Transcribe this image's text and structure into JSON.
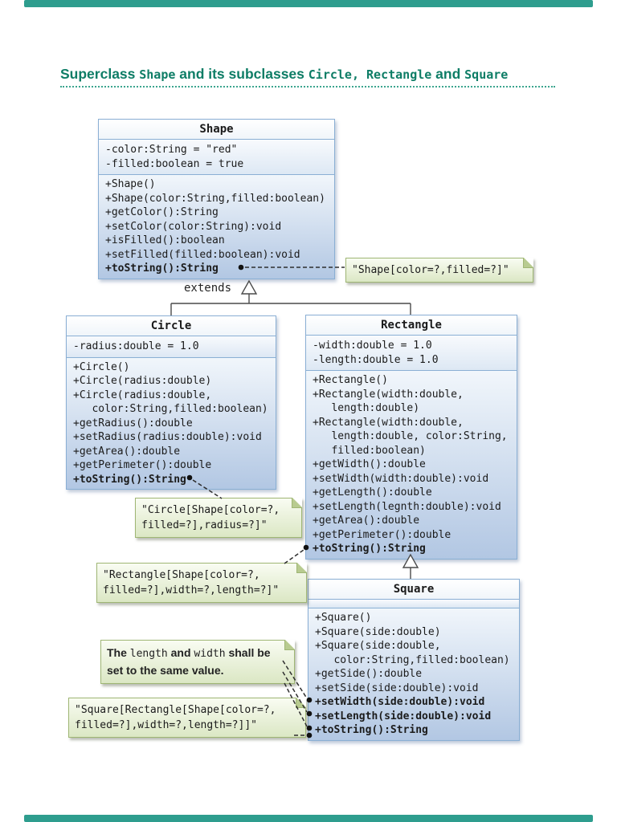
{
  "colors": {
    "accent_bar": "#2E9D8E",
    "title_text": "#0E7D66",
    "class_border": "#8AAFD4",
    "class_fill_bottom": "#B2C7E3",
    "note_border": "#9FB674",
    "note_fill": "#E4EDCD",
    "connector": "#2E2E2E"
  },
  "title": {
    "rich": [
      [
        {
          "t": "Superclass ",
          "f": "s"
        },
        {
          "t": "Shape",
          "f": "m"
        },
        {
          "t": " and its subclasses ",
          "f": "s"
        },
        {
          "t": "Circle, Rectangle",
          "f": "m"
        },
        {
          "t": " and ",
          "f": "s"
        },
        {
          "t": "Square",
          "f": "m"
        }
      ]
    ]
  },
  "diagram": {
    "extends_label": "extends",
    "classes": [
      {
        "name": "Shape",
        "attributes": [
          "-color:String = \"red\"",
          "-filled:boolean = true"
        ],
        "methods": [
          {
            "text": "+Shape()",
            "bold": false
          },
          {
            "text": "+Shape(color:String,filled:boolean)",
            "bold": false
          },
          {
            "text": "+getColor():String",
            "bold": false
          },
          {
            "text": "+setColor(color:String):void",
            "bold": false
          },
          {
            "text": "+isFilled():boolean",
            "bold": false
          },
          {
            "text": "+setFilled(filled:boolean):void",
            "bold": false
          },
          {
            "text": "+toString():String",
            "bold": true
          }
        ]
      },
      {
        "name": "Circle",
        "attributes": [
          "-radius:double = 1.0"
        ],
        "methods": [
          {
            "text": "+Circle()",
            "bold": false
          },
          {
            "text": "+Circle(radius:double)",
            "bold": false
          },
          {
            "text": "+Circle(radius:double,",
            "bold": false
          },
          {
            "text": "   color:String,filled:boolean)",
            "bold": false
          },
          {
            "text": "+getRadius():double",
            "bold": false
          },
          {
            "text": "+setRadius(radius:double):void",
            "bold": false
          },
          {
            "text": "+getArea():double",
            "bold": false
          },
          {
            "text": "+getPerimeter():double",
            "bold": false
          },
          {
            "text": "+toString():String",
            "bold": true
          }
        ]
      },
      {
        "name": "Rectangle",
        "attributes": [
          "-width:double = 1.0",
          "-length:double = 1.0"
        ],
        "methods": [
          {
            "text": "+Rectangle()",
            "bold": false
          },
          {
            "text": "+Rectangle(width:double,",
            "bold": false
          },
          {
            "text": "   length:double)",
            "bold": false
          },
          {
            "text": "+Rectangle(width:double,",
            "bold": false
          },
          {
            "text": "   length:double, color:String,",
            "bold": false
          },
          {
            "text": "   filled:boolean)",
            "bold": false
          },
          {
            "text": "+getWidth():double",
            "bold": false
          },
          {
            "text": "+setWidth(width:double):void",
            "bold": false
          },
          {
            "text": "+getLength():double",
            "bold": false
          },
          {
            "text": "+setLength(legnth:double):void",
            "bold": false
          },
          {
            "text": "+getArea():double",
            "bold": false
          },
          {
            "text": "+getPerimeter():double",
            "bold": false
          },
          {
            "text": "+toString():String",
            "bold": true
          }
        ]
      },
      {
        "name": "Square",
        "attributes": [],
        "methods": [
          {
            "text": "+Square()",
            "bold": false
          },
          {
            "text": "+Square(side:double)",
            "bold": false
          },
          {
            "text": "+Square(side:double,",
            "bold": false
          },
          {
            "text": "   color:String,filled:boolean)",
            "bold": false
          },
          {
            "text": "+getSide():double",
            "bold": false
          },
          {
            "text": "+setSide(side:double):void",
            "bold": false
          },
          {
            "text": "+setWidth(side:double):void",
            "bold": true
          },
          {
            "text": "+setLength(side:double):void",
            "bold": true
          },
          {
            "text": "+toString():String",
            "bold": true
          }
        ]
      }
    ],
    "notes": {
      "shape_tostring": {
        "lines": [
          "\"Shape[color=?,filled=?]\""
        ]
      },
      "circle_tostring": {
        "lines": [
          "\"Circle[Shape[color=?,",
          "filled=?],radius=?]\""
        ]
      },
      "rectangle_tostring": {
        "lines": [
          "\"Rectangle[Shape[color=?,",
          "filled=?],width=?,length=?]\""
        ]
      },
      "length_width": {
        "rich": [
          [
            {
              "t": "The ",
              "f": "s"
            },
            {
              "t": "length",
              "f": "m"
            },
            {
              "t": " and ",
              "f": "s"
            },
            {
              "t": "width",
              "f": "m"
            },
            {
              "t": " shall be",
              "f": "s"
            }
          ],
          [
            {
              "t": "set to the same value.",
              "f": "s"
            }
          ]
        ]
      },
      "square_tostring": {
        "lines": [
          "\"Square[Rectangle[Shape[color=?,",
          "filled=?],width=?,length=?]]\""
        ]
      }
    }
  }
}
